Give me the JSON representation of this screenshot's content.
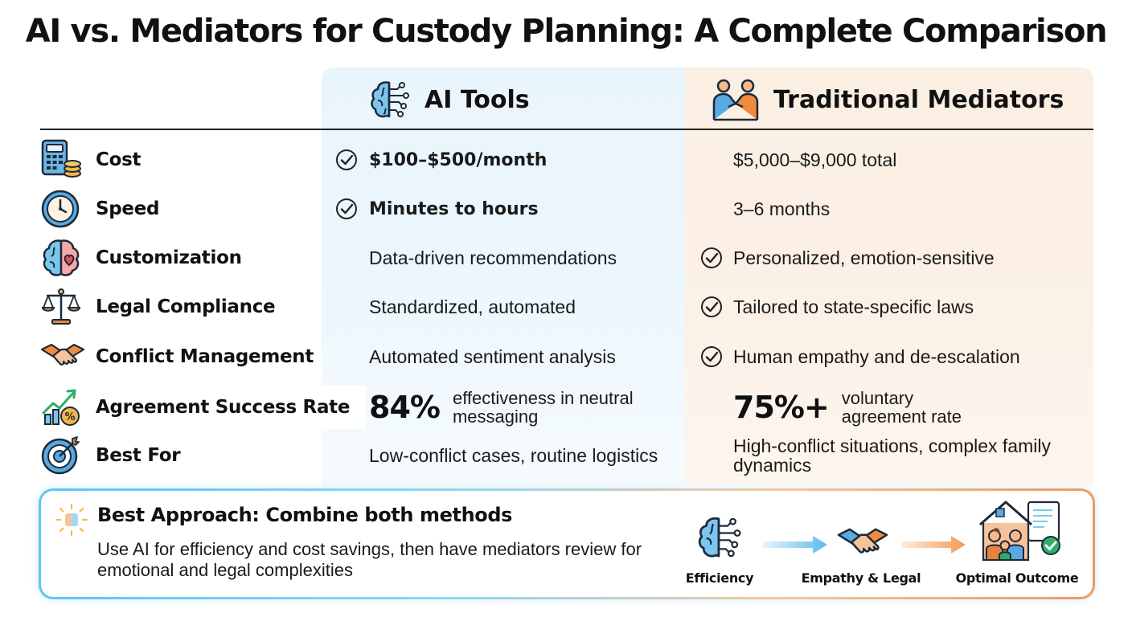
{
  "title": "AI vs. Mediators for Custody Planning: A Complete Comparison",
  "columns": {
    "ai": {
      "label": "AI Tools",
      "icon": "brain-circuit-icon",
      "color": "#2e86c1"
    },
    "mediators": {
      "label": "Traditional Mediators",
      "icon": "handshake-people-icon",
      "color": "#e8833a"
    }
  },
  "rows": [
    {
      "label": "Cost",
      "icon": "calculator-coins-icon",
      "ai": "$100–$500/month",
      "ai_check": true,
      "mediators": "$5,000–$9,000 total",
      "mediators_check": false
    },
    {
      "label": "Speed",
      "icon": "clock-icon",
      "ai": "Minutes to hours",
      "ai_check": true,
      "mediators": "3–6 months",
      "mediators_check": false
    },
    {
      "label": "Customization",
      "icon": "brain-heart-icon",
      "ai": "Data-driven recommendations",
      "ai_check": false,
      "mediators": "Personalized, emotion-sensitive",
      "mediators_check": true
    },
    {
      "label": "Legal Compliance",
      "icon": "scales-icon",
      "ai": "Standardized, automated",
      "ai_check": false,
      "mediators": "Tailored to state-specific laws",
      "mediators_check": true
    },
    {
      "label": "Conflict Management",
      "icon": "handshake-icon",
      "ai": "Automated sentiment analysis",
      "ai_check": false,
      "mediators": "Human empathy and de-escalation",
      "mediators_check": true
    },
    {
      "label": "Agreement Success Rate",
      "icon": "growth-chart-icon",
      "ai_stat": "84%",
      "ai_stat_desc": "effectiveness in neutral messaging",
      "mediators_stat": "75%+",
      "mediators_stat_desc": "voluntary agreement rate"
    },
    {
      "label": "Best For",
      "icon": "target-icon",
      "ai": "Low-conflict cases, routine logistics",
      "mediators": "High-conflict situations, complex family dynamics"
    }
  ],
  "best_approach": {
    "title": "Best Approach: Combine both methods",
    "text": "Use AI for efficiency and cost savings, then have mediators review for emotional and legal complexities",
    "icon": "lightbulb-icon",
    "flow": [
      {
        "label": "Efficiency",
        "icon": "brain-circuit-icon"
      },
      {
        "label": "Empathy & Legal",
        "icon": "handshake-icon"
      },
      {
        "label": "Optimal Outcome",
        "icon": "family-house-document-icon"
      }
    ]
  }
}
